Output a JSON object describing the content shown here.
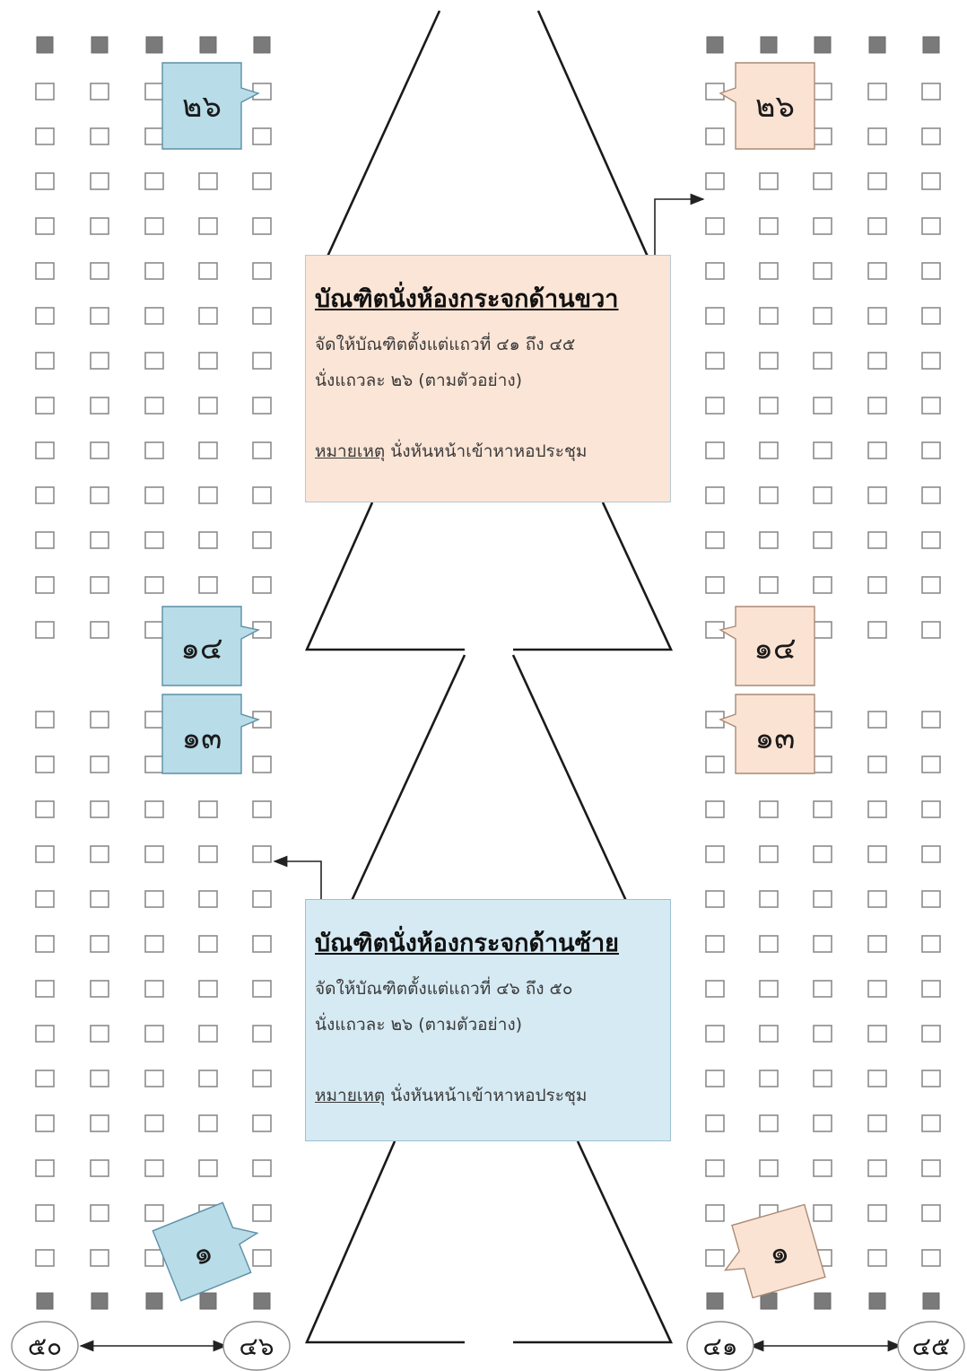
{
  "colors": {
    "left_callout": "#b8dce8",
    "right_callout": "#fbe3d4",
    "left_box": "#d6eaf3",
    "right_box": "#fbe5d6"
  },
  "left_section": {
    "row_labels": [
      "๒๖",
      "๑๔",
      "๑๓",
      "๑"
    ],
    "row_start": "๕๐",
    "row_end": "๔๖"
  },
  "right_section": {
    "row_labels": [
      "๒๖",
      "๑๔",
      "๑๓",
      "๑"
    ],
    "row_start": "๔๑",
    "row_end": "๔๕"
  },
  "right_box": {
    "title": "บัณฑิตนั่งห้องกระจกด้านขวา",
    "line1": "จัดให้บัณฑิตตั้งแต่แถวที่ ๔๑ ถึง  ๔๕",
    "line2": "นั่งแถวละ ๒๖ (ตามตัวอย่าง)",
    "note_label": "หมายเหตุ",
    "note_text": " นั่งหันหน้าเข้าหาหอประชุม"
  },
  "left_box": {
    "title": "บัณฑิตนั่งห้องกระจกด้านซ้าย",
    "line1": "จัดให้บัณฑิตตั้งแต่แถวที่ ๔๖ ถึง  ๕๐",
    "line2": "นั่งแถวละ ๒๖ (ตามตัวอย่าง)",
    "note_label": "หมายเหตุ",
    "note_text": " นั่งหันหน้าเข้าหาหอประชุม"
  }
}
